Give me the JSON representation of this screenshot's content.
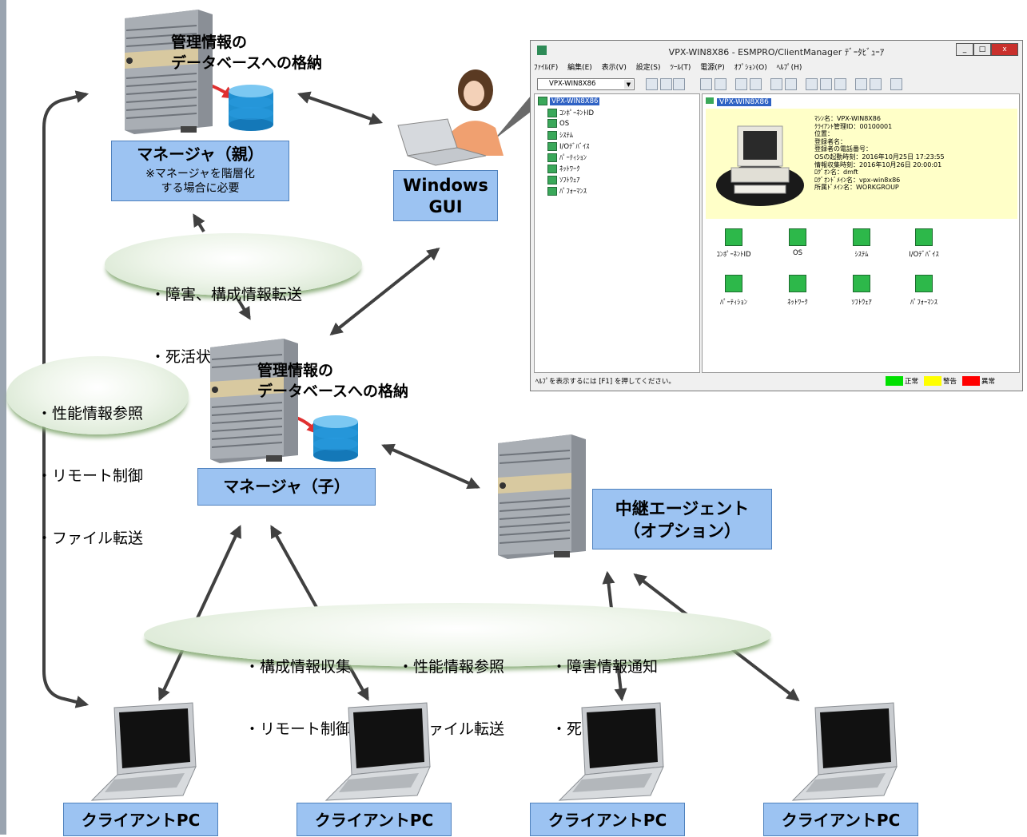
{
  "manager_parent": {
    "db_caption_line1": "管理情報の",
    "db_caption_line2": "データベースへの格納",
    "label_title": "マネージャ（親）",
    "label_note_line1": "※マネージャを階層化",
    "label_note_line2": "する場合に必要"
  },
  "manager_child": {
    "db_caption_line1": "管理情報の",
    "db_caption_line2": "データベースへの格納",
    "label_title": "マネージャ（子）"
  },
  "windows_gui": {
    "line1": "Windows",
    "line2": "GUI"
  },
  "relay_agent": {
    "line1": "中継エージェント",
    "line2": "（オプション）"
  },
  "clients": [
    "クライアントPC",
    "クライアントPC",
    "クライアントPC",
    "クライアントPC"
  ],
  "ellipse_parent_child": [
    "・障害、構成情報転送",
    "・死活状態"
  ],
  "ellipse_left": [
    "・性能情報参照",
    "・リモート制御",
    "・ファイル転送"
  ],
  "ellipse_bottom": {
    "col1": [
      "・構成情報収集",
      "・リモート制御"
    ],
    "col2": [
      "・性能情報参照",
      "・ファイル転送"
    ],
    "col3": [
      "・障害情報通知",
      "・死活監視"
    ]
  },
  "window": {
    "title": "VPX-WIN8X86 - ESMPRO/ClientManager ﾃﾞｰﾀﾋﾞｭｰｱ",
    "buttons": [
      "_",
      "□",
      "x"
    ],
    "menu": [
      "ﾌｧｲﾙ(F)",
      "編集(E)",
      "表示(V)",
      "設定(S)",
      "ﾂｰﾙ(T)",
      "電源(P)",
      "ｵﾌﾟｼｮﾝ(O)",
      "ﾍﾙﾌﾟ(H)"
    ],
    "combo_value": "VPX-WIN8X86",
    "tree_root": "VPX-WIN8X86",
    "tree_items": [
      "ｺﾝﾎﾟｰﾈﾝﾄID",
      "OS",
      "ｼｽﾃﾑ",
      "I/Oﾃﾞﾊﾞｲｽ",
      "ﾊﾟｰﾃｨｼｮﾝ",
      "ﾈｯﾄﾜｰｸ",
      "ｿﾌﾄｳｪｱ",
      "ﾊﾟﾌｫｰﾏﾝｽ"
    ],
    "main_header": "VPX-WIN8X86",
    "info_lines": [
      "ﾏｼﾝ名：VPX-WIN8X86",
      "ｸﾗｲｱﾝﾄ管理ID：00100001",
      "位置：",
      "登録者名：",
      "登録者の電話番号：",
      "OSの起動時刻：2016年10月25日  17:23:55",
      "情報収集時刻：2016年10月26日  20:00:01",
      "ﾛｸﾞｵﾝ名：dmft",
      "ﾛｸﾞｵﾝﾄﾞﾒｲﾝ名：vpx-win8x86",
      "所属ﾄﾞﾒｲﾝ名：WORKGROUP"
    ],
    "grid_row1": [
      "ｺﾝﾎﾟｰﾈﾝﾄID",
      "OS",
      "ｼｽﾃﾑ",
      "I/Oﾃﾞﾊﾞｲｽ"
    ],
    "grid_row2": [
      "ﾊﾟｰﾃｨｼｮﾝ",
      "ﾈｯﾄﾜｰｸ",
      "ｿﾌﾄｳｪｱ",
      "ﾊﾟﾌｫｰﾏﾝｽ"
    ],
    "status_text": "ﾍﾙﾌﾟを表示するには [F1] を押してください。",
    "legend": [
      {
        "label": "正常",
        "color": "#00e000"
      },
      {
        "label": "警告",
        "color": "#ffff00"
      },
      {
        "label": "異常",
        "color": "#ff0000"
      }
    ]
  },
  "colors": {
    "box_fill": "#9cc3f2",
    "box_border": "#4f81bd",
    "ellipse": "#dbe9d3"
  }
}
